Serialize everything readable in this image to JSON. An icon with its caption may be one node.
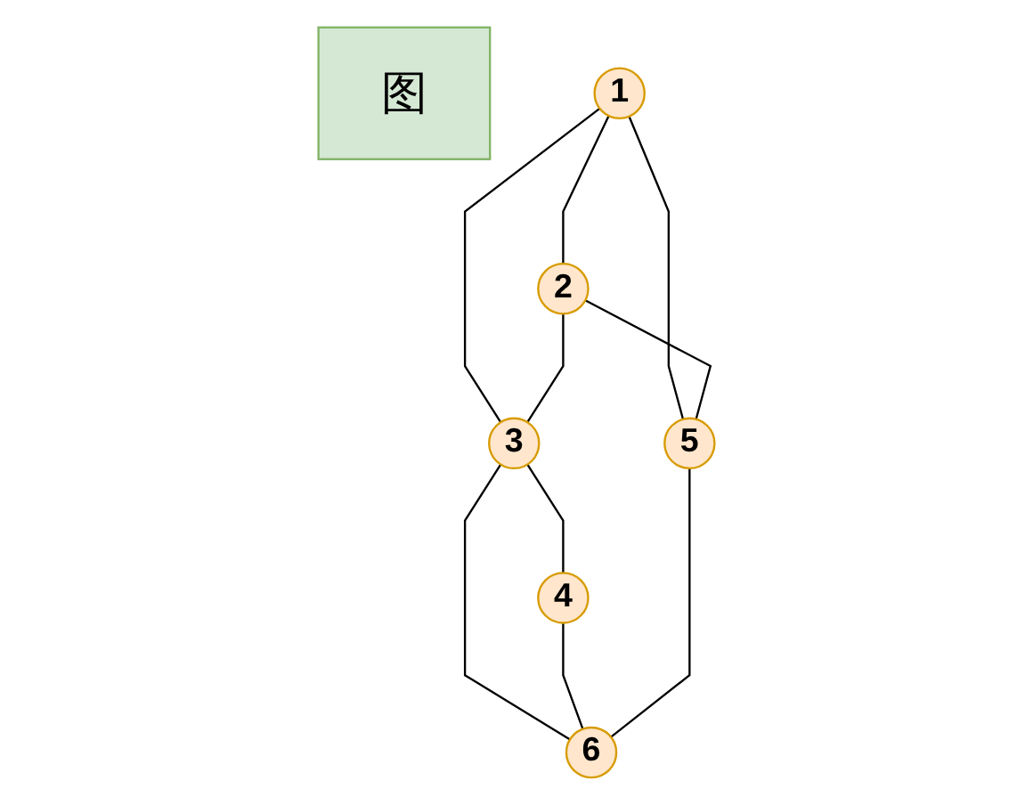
{
  "diagram": {
    "nodes": [
      {
        "text": [
          "图"
        ]
      },
      {
        "text": [
          "1"
        ]
      },
      {
        "text": [
          "2"
        ]
      },
      {
        "text": [
          "3"
        ]
      },
      {
        "text": [
          "4"
        ]
      },
      {
        "text": [
          "5"
        ]
      },
      {
        "text": [
          "6"
        ]
      }
    ],
    "edges": [
      {
        "from": 1,
        "to": 2,
        "arrow": "none"
      },
      {
        "from": 1,
        "to": 3,
        "arrow": "none"
      },
      {
        "from": 1,
        "to": 5,
        "arrow": "none"
      },
      {
        "from": 2,
        "to": 3,
        "arrow": "none"
      },
      {
        "from": 2,
        "to": 5,
        "arrow": "none"
      },
      {
        "from": 3,
        "to": 4,
        "arrow": "none"
      },
      {
        "from": 3,
        "to": 6,
        "arrow": "none"
      },
      {
        "from": 4,
        "to": 6,
        "arrow": "none"
      },
      {
        "from": 5,
        "to": 6,
        "arrow": "none"
      }
    ]
  }
}
